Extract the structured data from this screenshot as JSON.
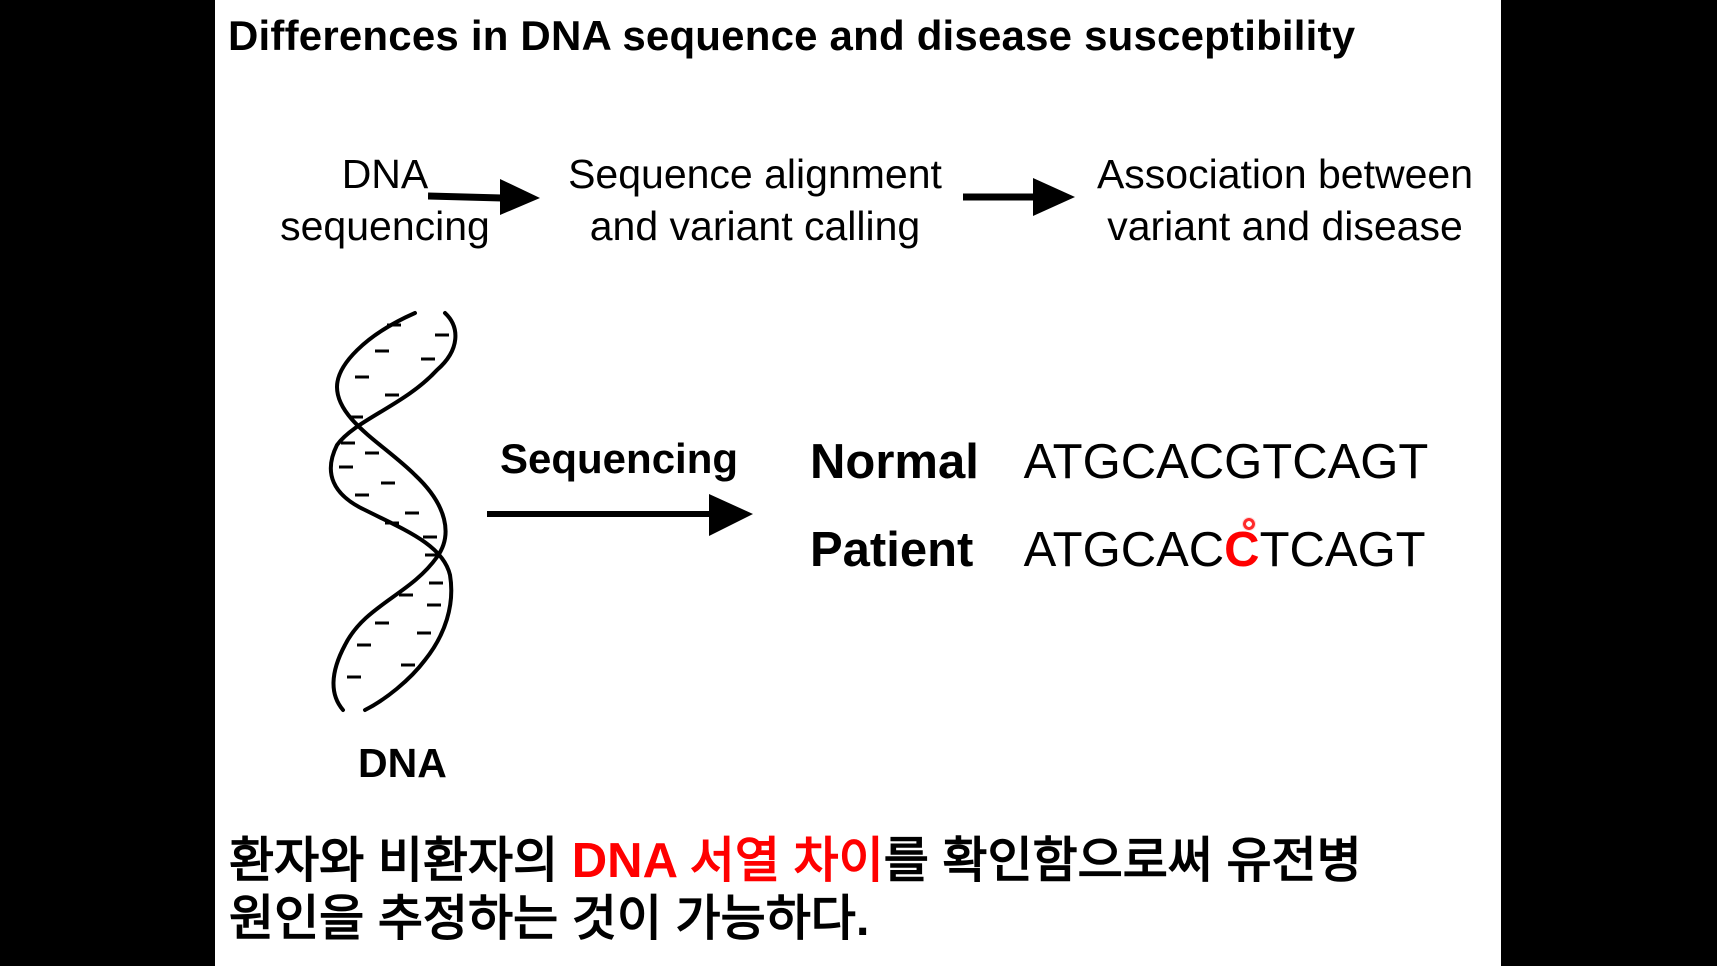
{
  "title": "Differences in DNA sequence and disease susceptibility",
  "pipeline": [
    {
      "line1": "DNA",
      "line2": "sequencing"
    },
    {
      "line1": "Sequence alignment",
      "line2": "and variant calling"
    },
    {
      "line1": "Association between",
      "line2": "variant and disease"
    }
  ],
  "diagram": {
    "dna_label": "DNA",
    "sequencing_label": "Sequencing"
  },
  "sequences": {
    "normal": {
      "name": "Normal",
      "bases": "ATGCACGTCAGT"
    },
    "patient": {
      "name": "Patient",
      "bases_before": "ATGCAC",
      "variant": "C",
      "bases_after": "TCAGT"
    }
  },
  "colors": {
    "highlight": "#ff0000",
    "background": "#ffffff",
    "frame": "#000000"
  },
  "note": {
    "line1_before": "환자와 비환자의 ",
    "line1_highlight": "DNA 서열 차이",
    "line1_after": "를 확인함으로써 유전병",
    "line2": "원인을 추정하는 것이 가능하다."
  }
}
